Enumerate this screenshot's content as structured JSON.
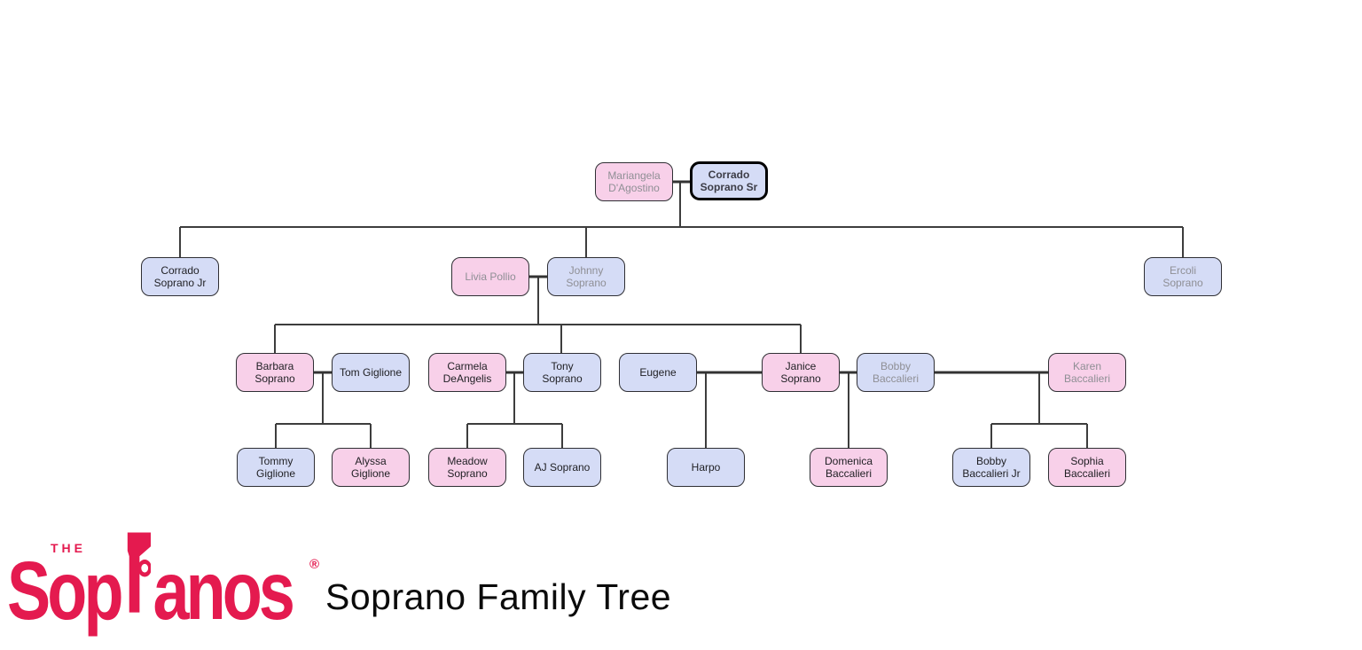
{
  "page": {
    "title": "Soprano Family Tree",
    "background": "#ffffff"
  },
  "logo": {
    "the": "THE",
    "brand_left": "Sop",
    "brand_right": "anos",
    "registered": "®",
    "brand_color": "#e41a4f"
  },
  "palette": {
    "female_box_fill": "#f8d0e9",
    "male_box_fill": "#d5dcf6",
    "box_border": "#2f2f34",
    "connector_line": "#3d3d3d",
    "living_text": "#1f1f23",
    "deceased_text": "#8f8f95",
    "highlight_border": "#000000"
  },
  "tree": {
    "nodes": [
      {
        "name": "Mariangela D'Agostino",
        "box": "pink",
        "text_style": "grey"
      },
      {
        "name": "Corrado Soprano Sr",
        "box": "blue",
        "text_style": "bold-dark",
        "highlighted": true
      },
      {
        "name": "Corrado Soprano Jr",
        "box": "blue",
        "text_style": "dark"
      },
      {
        "name": "Livia Pollio",
        "box": "pink",
        "text_style": "grey"
      },
      {
        "name": "Johnny Soprano",
        "box": "blue",
        "text_style": "grey"
      },
      {
        "name": "Ercoli Soprano",
        "box": "blue",
        "text_style": "grey"
      },
      {
        "name": "Barbara Soprano",
        "box": "pink",
        "text_style": "dark"
      },
      {
        "name": "Tom Giglione",
        "box": "blue",
        "text_style": "dark"
      },
      {
        "name": "Carmela DeAngelis",
        "box": "pink",
        "text_style": "dark"
      },
      {
        "name": "Tony Soprano",
        "box": "blue",
        "text_style": "dark"
      },
      {
        "name": "Eugene",
        "box": "blue",
        "text_style": "dark"
      },
      {
        "name": "Janice Soprano",
        "box": "pink",
        "text_style": "dark"
      },
      {
        "name": "Bobby Baccalieri",
        "box": "blue",
        "text_style": "grey"
      },
      {
        "name": "Karen Baccalieri",
        "box": "pink",
        "text_style": "grey"
      },
      {
        "name": "Tommy Giglione",
        "box": "blue",
        "text_style": "dark"
      },
      {
        "name": "Alyssa Giglione",
        "box": "pink",
        "text_style": "dark"
      },
      {
        "name": "Meadow Soprano",
        "box": "pink",
        "text_style": "dark"
      },
      {
        "name": "AJ Soprano",
        "box": "blue",
        "text_style": "dark"
      },
      {
        "name": "Harpo",
        "box": "blue",
        "text_style": "dark"
      },
      {
        "name": "Domenica Baccalieri",
        "box": "pink",
        "text_style": "dark"
      },
      {
        "name": "Bobby Baccalieri Jr",
        "box": "blue",
        "text_style": "dark"
      },
      {
        "name": "Sophia Baccalieri",
        "box": "pink",
        "text_style": "dark"
      }
    ]
  }
}
